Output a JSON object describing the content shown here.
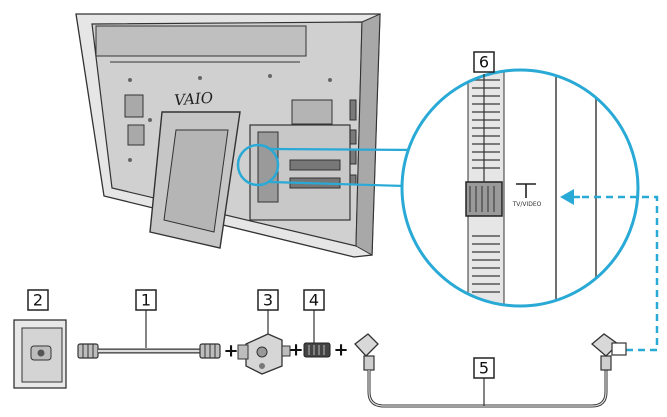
{
  "brand_logo": "VAIO",
  "port_label": "TV/VIDEO",
  "callouts": {
    "c1": "1",
    "c2": "2",
    "c3": "3",
    "c4": "4",
    "c5": "5",
    "c6": "6"
  },
  "plus": "+",
  "colors": {
    "accent": "#29a9d6",
    "line": "#333333",
    "panel_fill": "#d9d9d9"
  }
}
